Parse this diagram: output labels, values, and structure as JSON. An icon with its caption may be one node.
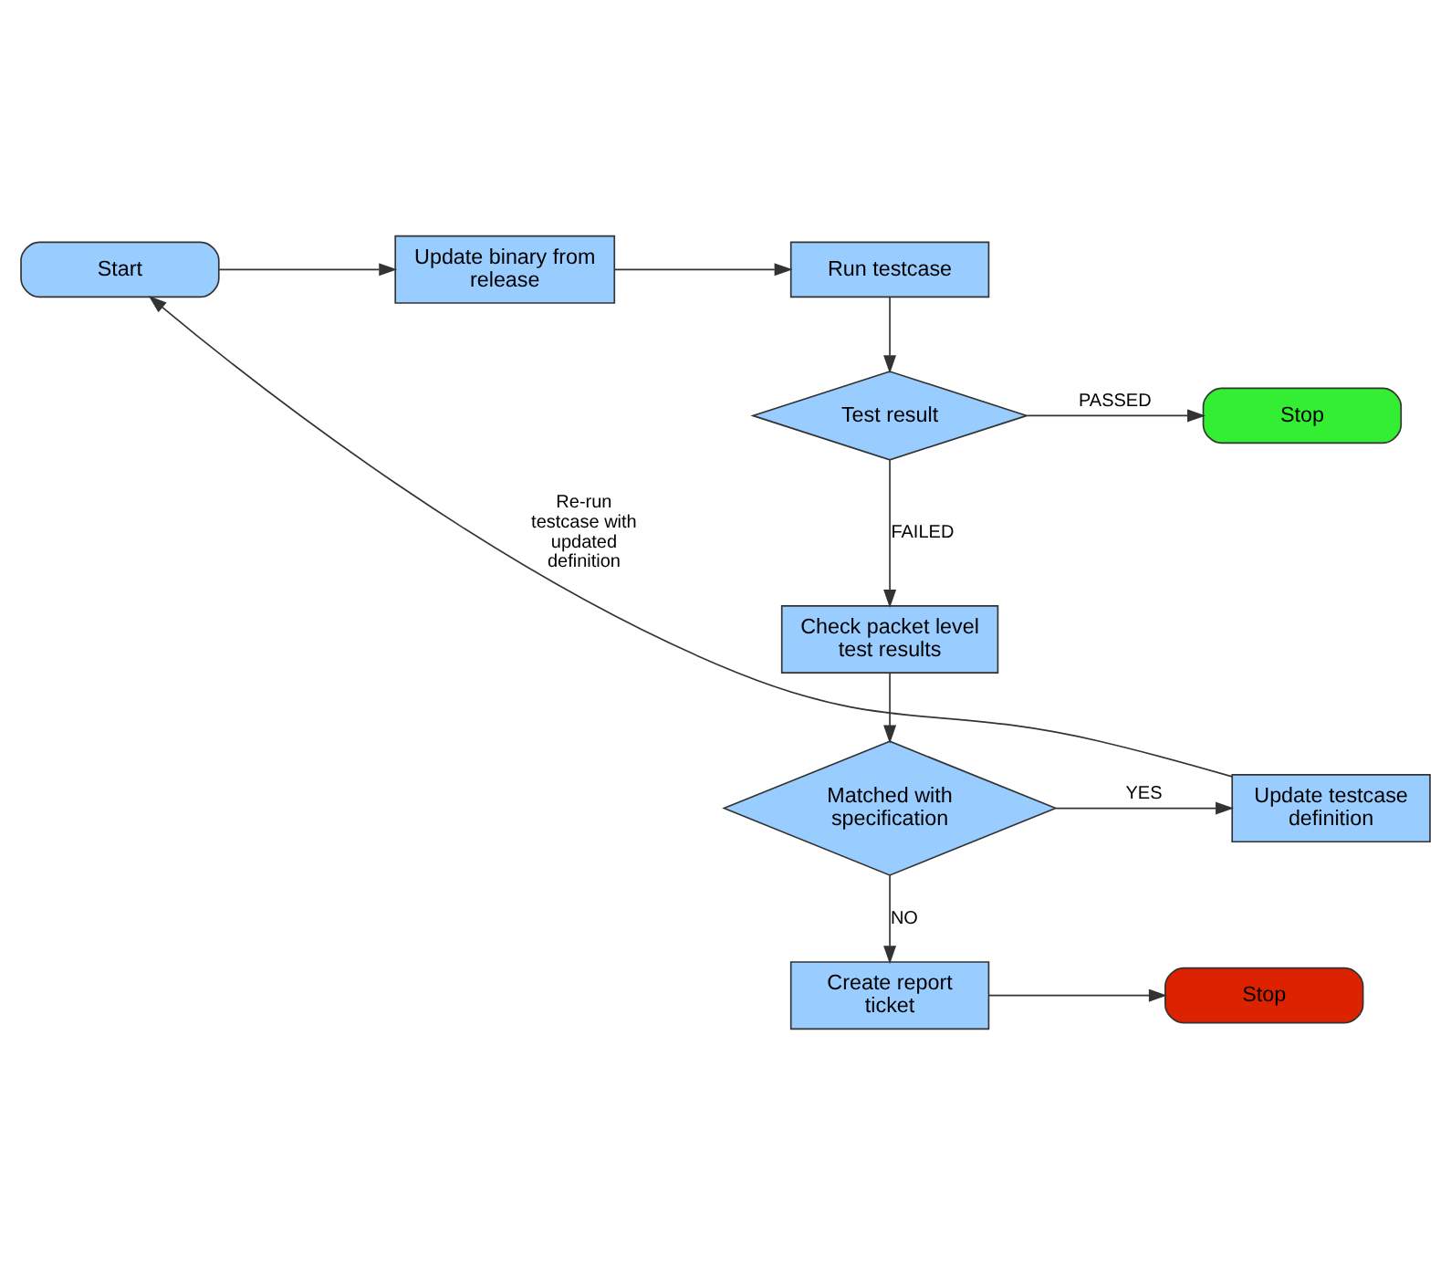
{
  "diagram": {
    "nodes": [
      {
        "text": [
          "Start"
        ]
      },
      {
        "text": [
          "Update binary from release"
        ]
      },
      {
        "text": [
          "Run testcase"
        ]
      },
      {
        "text": [
          "Test result"
        ]
      },
      {
        "text": [
          "Stop"
        ]
      },
      {
        "text": [
          "Check packet level test results"
        ]
      },
      {
        "text": [
          "Matched with specification"
        ]
      },
      {
        "text": [
          "Update testcase definition"
        ]
      },
      {
        "text": [
          "Create report ticket"
        ]
      },
      {
        "text": [
          "Stop"
        ]
      }
    ],
    "edges": [
      {
        "from": 0,
        "to": 1,
        "arrow": "to"
      },
      {
        "from": 1,
        "to": 2,
        "arrow": "to"
      },
      {
        "from": 2,
        "to": 3,
        "arrow": "to"
      },
      {
        "from": 3,
        "to": 4,
        "arrow": "to",
        "label": "PASSED"
      },
      {
        "from": 3,
        "to": 5,
        "arrow": "to",
        "label": "FAILED"
      },
      {
        "from": 5,
        "to": 6,
        "arrow": "to"
      },
      {
        "from": 6,
        "to": 7,
        "arrow": "to",
        "label": "YES"
      },
      {
        "from": 6,
        "to": 8,
        "arrow": "to",
        "label": "NO"
      },
      {
        "from": 8,
        "to": 9,
        "arrow": "to"
      },
      {
        "from": 7,
        "to": 0,
        "arrow": "to",
        "label": "Re-run testcase with updated definition"
      }
    ]
  }
}
